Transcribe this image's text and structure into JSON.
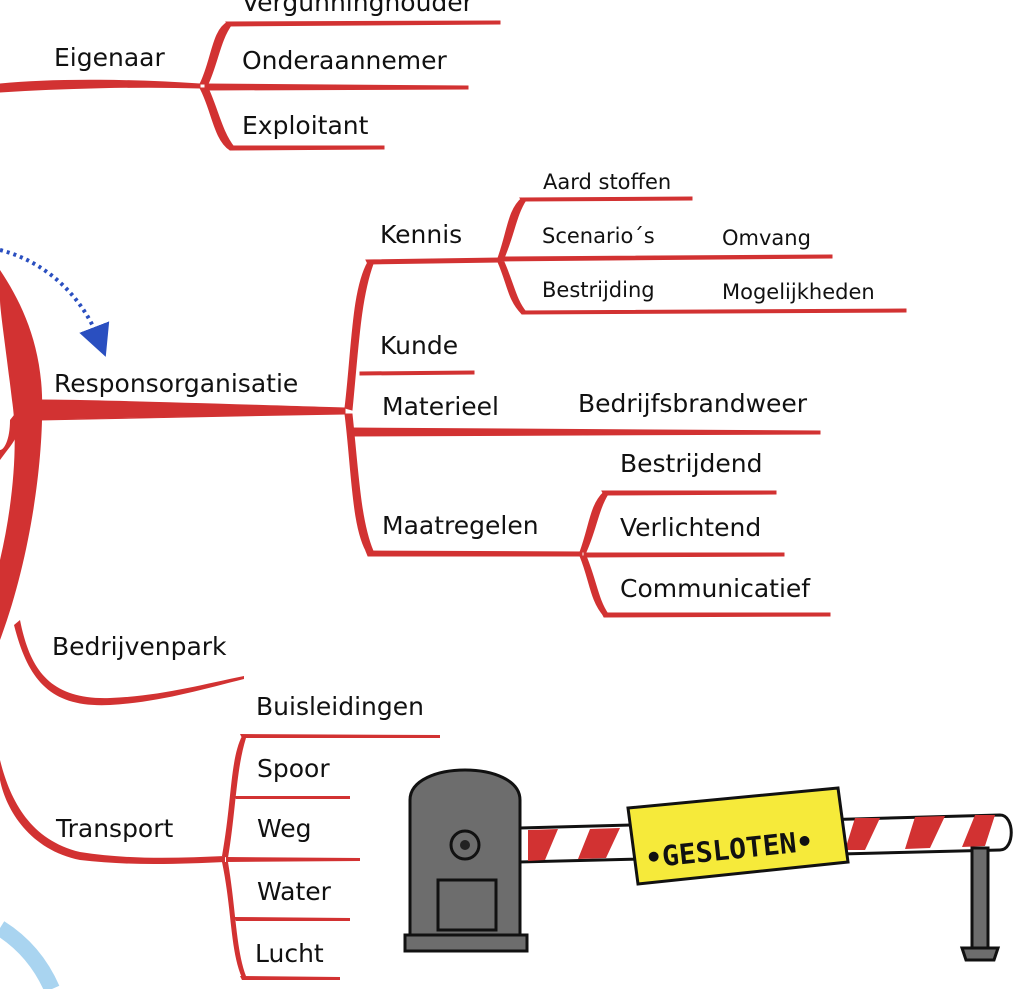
{
  "colors": {
    "branch": "#d23232",
    "branch_dark": "#b82626",
    "arrow": "#2a4fc0",
    "text": "#111111",
    "sign": "#f6ea3a",
    "post": "#6d6d6d",
    "accent_circle": "#a9d4f0"
  },
  "branches": {
    "eigenaar": {
      "label": "Eigenaar",
      "children": [
        "Vergunninghouder",
        "Onderaannemer",
        "Exploitant"
      ]
    },
    "responsorganisatie": {
      "label": "Responsorganisatie",
      "kennis": {
        "label": "Kennis",
        "aard_stoffen": "Aard stoffen",
        "scenarios": "Scenario´s",
        "omvang": "Omvang",
        "bestrijding": "Bestrijding",
        "mogelijkheden": "Mogelijkheden"
      },
      "kunde": "Kunde",
      "materieel": {
        "label": "Materieel",
        "child": "Bedrijfsbrandweer"
      },
      "maatregelen": {
        "label": "Maatregelen",
        "children": [
          "Bestrijdend",
          "Verlichtend",
          "Communicatief"
        ]
      }
    },
    "bedrijvenpark": {
      "label": "Bedrijvenpark"
    },
    "transport": {
      "label": "Transport",
      "children": [
        "Buisleidingen",
        "Spoor",
        "Weg",
        "Water",
        "Lucht"
      ]
    }
  },
  "illustration": {
    "sign_text": "•GESLOTEN•"
  }
}
